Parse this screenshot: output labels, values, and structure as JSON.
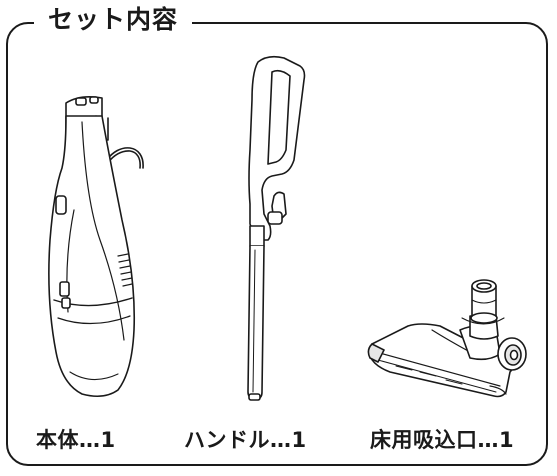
{
  "section_title": "セット内容",
  "items": [
    {
      "label": "本体…1"
    },
    {
      "label": "ハンドル…1"
    },
    {
      "label": "床用吸込口…1"
    }
  ],
  "colors": {
    "line": "#1a1a1a",
    "fill": "#ffffff",
    "shade": "#e6e6e6"
  }
}
